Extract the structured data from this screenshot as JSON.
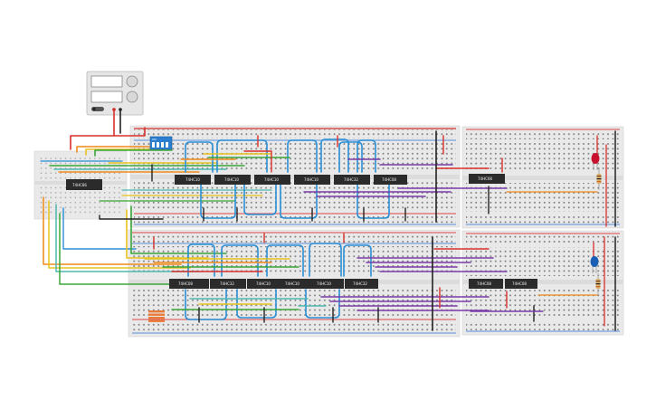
{
  "power_supply": {
    "name": "bench-power-supply",
    "knob_count": 2,
    "display_count": 2
  },
  "dip_switch": {
    "label": "ON",
    "positions": 4
  },
  "chips": [
    {
      "id": "chip-a1",
      "label": "74HC86"
    },
    {
      "id": "chip-m1",
      "label": "74HC10"
    },
    {
      "id": "chip-m2",
      "label": "74HC10"
    },
    {
      "id": "chip-m3",
      "label": "74HC10"
    },
    {
      "id": "chip-m4",
      "label": "74HC10"
    },
    {
      "id": "chip-m5",
      "label": "74HC32"
    },
    {
      "id": "chip-m6",
      "label": "74HC08"
    },
    {
      "id": "chip-r1",
      "label": "74HC08"
    },
    {
      "id": "chip-b1",
      "label": "74HC08"
    },
    {
      "id": "chip-b2",
      "label": "74HC32"
    },
    {
      "id": "chip-b3",
      "label": "74HC10"
    },
    {
      "id": "chip-b4",
      "label": "74HC10"
    },
    {
      "id": "chip-b5",
      "label": "74HC10"
    },
    {
      "id": "chip-b6",
      "label": "74HC32"
    },
    {
      "id": "chip-r2",
      "label": "74HC08"
    },
    {
      "id": "chip-r3",
      "label": "74HC08"
    }
  ],
  "leds": [
    {
      "id": "led-red",
      "color": "#c8102e"
    },
    {
      "id": "led-blue",
      "color": "#1a5fb4"
    }
  ],
  "colors": {
    "wire_red": "#d9302c",
    "wire_black": "#222222",
    "wire_blue": "#2a8fd6",
    "wire_purple": "#7a3aa8",
    "wire_green": "#3aa63a",
    "wire_yellow": "#e8c21e",
    "wire_orange": "#ef8a1a",
    "wire_teal": "#4fb8b0",
    "board": "#e9e9e9",
    "chip": "#2b2b2b"
  }
}
